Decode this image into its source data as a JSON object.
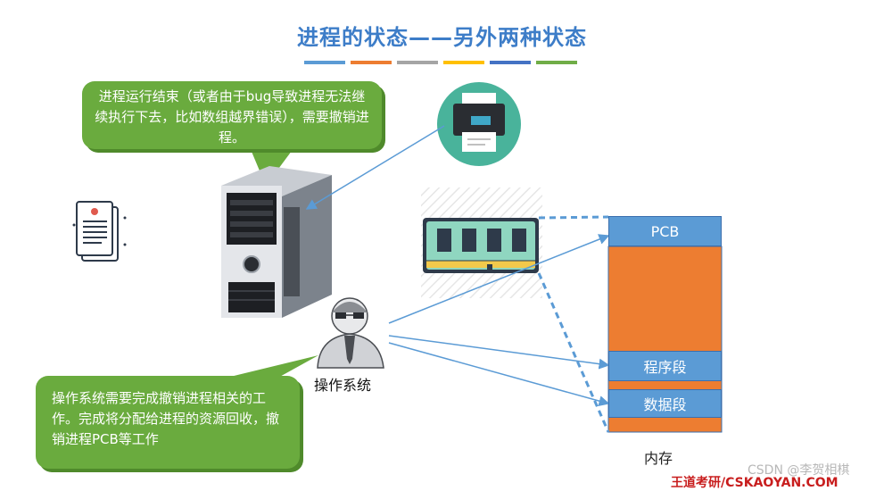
{
  "title": "进程的状态——另外两种状态",
  "title_bar_colors": [
    "#5b9bd5",
    "#ed7d31",
    "#a5a5a5",
    "#ffc000",
    "#4472c4",
    "#70ad47"
  ],
  "callouts": {
    "top": "进程运行结束（或者由于bug导致进程无法继续执行下去，比如数组越界错误），需要撤销进程。",
    "bottom": "操作系统需要完成撤销进程相关的工作。完成将分配给进程的资源回收，撤销进程PCB等工作"
  },
  "os_label": "操作系统",
  "memory": {
    "label": "内存",
    "pcb": "PCB",
    "program_segment": "程序段",
    "data_segment": "数据段"
  },
  "icons": [
    "document-icon",
    "server-tower-icon",
    "printer-icon",
    "ram-module-icon",
    "os-person-icon"
  ],
  "colors": {
    "title": "#3d7dc8",
    "callout": "#6aab3e",
    "memory_orange": "#ed7d31",
    "memory_blue": "#5b9bd5",
    "arrow": "#5b9bd5"
  },
  "watermark": "CSDN @李贺相棋",
  "brand": "王道考研/CSKAOYAN.COM"
}
